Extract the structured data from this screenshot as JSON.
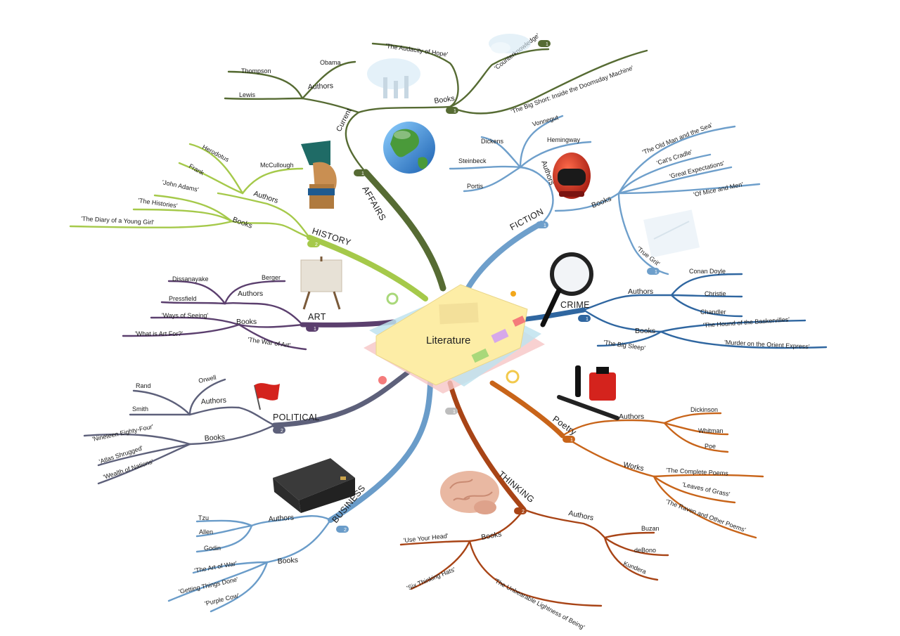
{
  "center": {
    "label": "Literature"
  },
  "branches": {
    "affairs": {
      "label_a": "AFFAIRS",
      "label_b": "Current",
      "badge": "1",
      "color": "#566b33",
      "authors": {
        "label": "Authors",
        "items": [
          "Thompson",
          "Obama",
          "Lewis"
        ]
      },
      "books": {
        "label": "Books",
        "badge": "1",
        "items": [
          "'The Audacity of Hope'",
          "'Counterknowledge'",
          "'The Big Short: Inside the Doomsday Machine'"
        ],
        "counter_badge": "1"
      }
    },
    "history": {
      "label": "HISTORY",
      "badge": "2",
      "color": "#a5c94a",
      "authors": {
        "label": "Authors",
        "items": [
          "Herodotus",
          "McCullough",
          "Frank"
        ]
      },
      "books": {
        "label": "Books",
        "items": [
          "'John Adams'",
          "'The Histories'",
          "'The Diary of a Young Girl'"
        ]
      }
    },
    "fiction": {
      "label": "FICTION",
      "badge": "1",
      "color": "#6e9fcb",
      "authors": {
        "label": "Authors",
        "items": [
          "Vonnegut",
          "Dickens",
          "Hemingway",
          "Steinbeck",
          "Portis"
        ]
      },
      "books": {
        "label": "Books",
        "items": [
          "'The Old Man and the Sea'",
          "'Cat's Cradle'",
          "'Great Expectations'",
          "'Of Mice and Men'",
          "'True Grit'"
        ],
        "truegrit_badge": "1"
      }
    },
    "art": {
      "label": "ART",
      "badge": "1",
      "color": "#5b3f6e",
      "authors": {
        "label": "Authors",
        "items": [
          "Dissanayake",
          "Berger",
          "Pressfield"
        ]
      },
      "books": {
        "label": "Books",
        "items": [
          "'Ways of Seeing'",
          "'What is Art For?'",
          "'The War of Art'"
        ]
      }
    },
    "crime": {
      "label": "CRIME",
      "badge": "1",
      "color": "#2f66a0",
      "authors": {
        "label": "Authors",
        "items": [
          "Conan Doyle",
          "Christie",
          "Chandler"
        ]
      },
      "books": {
        "label": "Books",
        "items": [
          "'The Hound of the Baskervilles'",
          "'The Big Sleep'",
          "'Murder on the Orient Express'"
        ]
      }
    },
    "political": {
      "label": "POLITICAL",
      "badge": "2",
      "color": "#5d607a",
      "authors": {
        "label": "Authors",
        "items": [
          "Rand",
          "Orwell",
          "Smith"
        ]
      },
      "books": {
        "label": "Books",
        "items": [
          "'Nineteen Eighty-Four'",
          "'Atlas Shrugged'",
          "'Wealth of Nations'"
        ]
      }
    },
    "poetry": {
      "label": "Poetry",
      "badge": "1",
      "color": "#c86419",
      "authors": {
        "label": "Authors",
        "items": [
          "Dickinson",
          "Whitman",
          "Poe"
        ]
      },
      "works": {
        "label": "Works",
        "items": [
          "'The Complete Poems",
          "'Leaves of Grass'",
          "'The Raven and Other Poems'"
        ]
      }
    },
    "business": {
      "label": "BUSINESS",
      "badge": "2",
      "color": "#6a9cc9",
      "authors": {
        "label": "Authors",
        "items": [
          "Tzu",
          "Allen",
          "Godin"
        ]
      },
      "books": {
        "label": "Books",
        "items": [
          "'The Art of War'",
          "'Getting Things Done'",
          "'Purple Cow'"
        ]
      }
    },
    "thinking": {
      "label": "THINKING",
      "badge": "2",
      "color": "#a84416",
      "authors": {
        "label": "Authors",
        "items": [
          "Buzan",
          "deBono",
          "Kundera"
        ]
      },
      "books": {
        "label": "Books",
        "items": [
          "'Use Your Head'",
          "'Six Thinking Hats'",
          "'The Unbearable Lightness of Being'"
        ]
      }
    },
    "center_stub": {
      "badge": "1"
    }
  }
}
